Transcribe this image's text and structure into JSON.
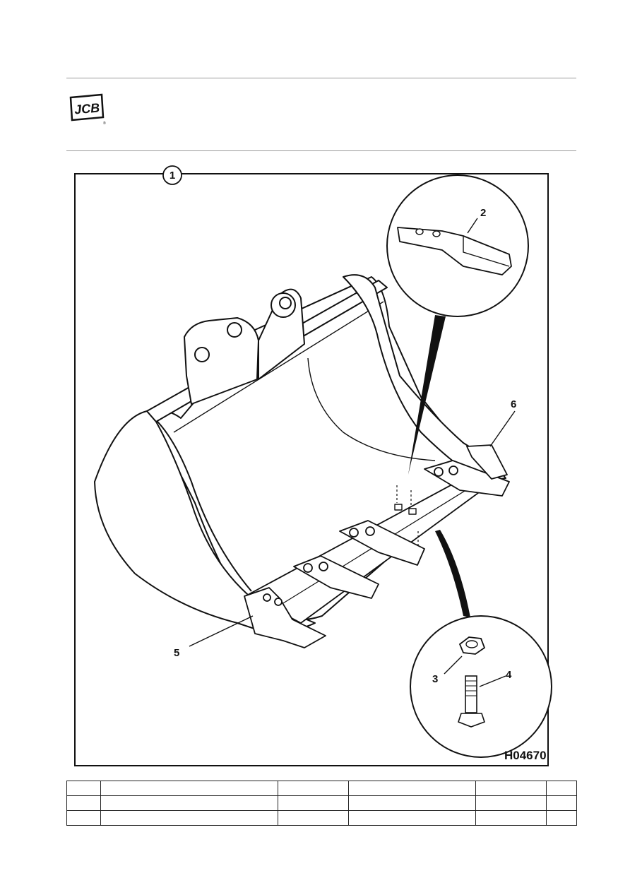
{
  "header": {
    "logo_text": "JCB",
    "logo_mark": "®"
  },
  "figure": {
    "figure_code": "H04670",
    "callouts": [
      "1",
      "2",
      "3",
      "4",
      "5",
      "6"
    ],
    "subject": "excavator bucket with teeth and side cutters"
  },
  "parts_table": {
    "rows": [
      [
        "",
        "",
        "",
        "",
        "",
        ""
      ],
      [
        "",
        "",
        "",
        "",
        "",
        ""
      ],
      [
        "",
        "",
        "",
        "",
        "",
        ""
      ]
    ]
  },
  "colors": {
    "ink": "#111111",
    "rule": "#9a9a9a",
    "paper": "#ffffff"
  }
}
